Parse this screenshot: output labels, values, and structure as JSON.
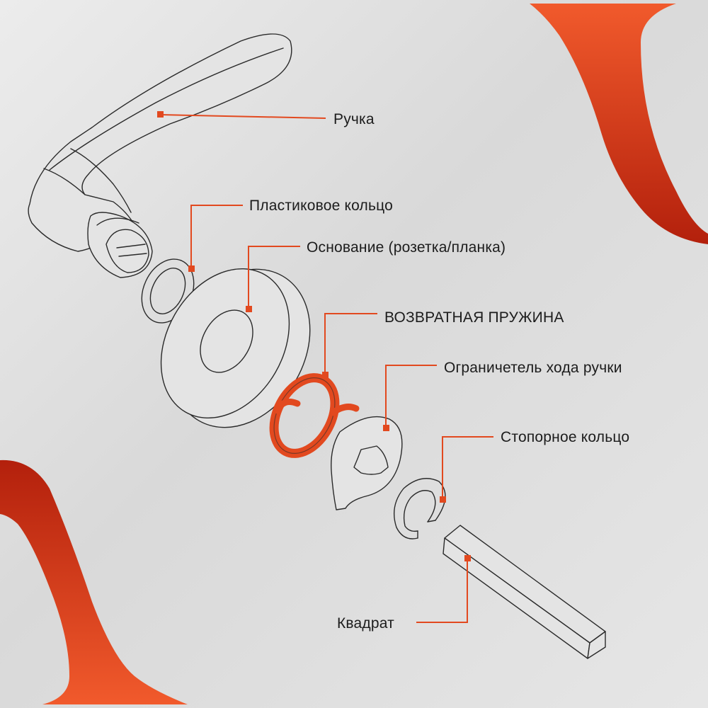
{
  "colors": {
    "accent": "#e2491f",
    "accent_dark": "#b8220e",
    "background": "#e0e0e0",
    "outline": "#2a2a2a"
  },
  "labels": {
    "handle": "Ручка",
    "plastic_ring": "Пластиковое кольцо",
    "base": "Основание (розетка/планка)",
    "return_spring": "ВОЗВРАТНАЯ ПРУЖИНА",
    "travel_limiter": "Ограничетель хода ручки",
    "retaining_ring": "Стопорное кольцо",
    "spindle": "Квадрат"
  }
}
